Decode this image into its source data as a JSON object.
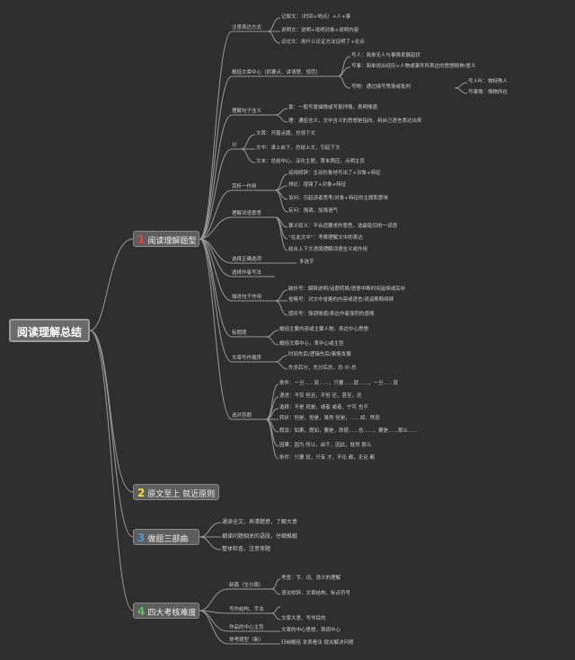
{
  "root": "阅读理解总结",
  "main": [
    {
      "num": "1",
      "label": "阅读理解题型",
      "color": "#e0453a"
    },
    {
      "num": "2",
      "label": "原文至上 就近原则",
      "color": "#f3d85a"
    },
    {
      "num": "3",
      "label": "做题三部曲",
      "color": "#4a98d8"
    },
    {
      "num": "4",
      "label": "四大考核难度",
      "color": "#5bbf5a"
    }
  ],
  "types": [
    "注意表达方式",
    "概括文章中心（抓要点、讲清楚、规范）",
    "理解句子含义",
    "分",
    "赏析一作用",
    "理解词语意思",
    "选择正确选项",
    "选择作者写法",
    "描述句子作用",
    "标题题",
    "文章写作顺序",
    "选对答题"
  ],
  "t0": [
    "记叙文：（时间+地点）+人+事",
    "说明文：说明+说明对象+说明内容",
    "议论文：用什么论证方法证明了+论点"
  ],
  "t1": [
    "写人：简单无人与事情发展起伏",
    "写事：简单说出经历+人物或事件所表达的思想精神/意义",
    "写物：通过描写赞扬或批判"
  ],
  "t1b": [
    "写人叶：物特殊人",
    "写事情：情物所在"
  ],
  "t2": [
    "景：一般写景描情或写景抒情，表明情感",
    "理：通俗含义，文中含义的思想是指向，用自己语言表达出来"
  ],
  "t3": [
    "文首：开篇点题，总领下文",
    "文中：承上启下，总结上文，引起下文",
    "文末：总结中心，深化主题，首末照应，点明主旨"
  ],
  "t4": [
    "运用修辞：生动形象地写出了+对象+特征",
    "排比：增强了+对象+特征",
    "设问：引起读者思考/对象+特征的主题和意味",
    "反问：强调，加强语气"
  ],
  "t5": [
    "褒义贬义：不合适要求的意思，选最贴切的一词语",
    "“在此文中”：考察理解文中的表达",
    "结合上下文语境理解词语含义或作用"
  ],
  "t6": [
    "多选字"
  ],
  "t8": [
    "破折号：解释说明/话题转换/语意中断时间延续或后补",
    "省略号：对文中省略的内容或语言/说话断断续续",
    "感叹号：强调情感/表达作者强烈的感情"
  ],
  "t9": [
    "概括主要内容或主要人物，表达中心思想",
    "概括文章中心，表中心或主旨"
  ],
  "t10": [
    "时间先后/逻辑先后/事情发展",
    "先总后分，先分后总，总-分-总"
  ],
  "t11": [
    "条件：一旦……就……，只要……就……，一旦……就",
    "递进：不仅 但且，不但 还，甚至，还",
    "选择：不是 就是，或者 或者，宁可 也不",
    "转折：但是，但是，虽然 但是，……却，然而",
    "假设：如果，假如，要是，即使……也……，要是……那么……",
    "因果：因为 所以，由于，因此，既然 那么",
    "条件：只要 就，只有 才，不论 都，无论 都"
  ],
  "step3": [
    "通读全文，弄清题意，了解大意",
    "细读问题相关的语段，仔细推敲",
    "整体检查，注意审题"
  ],
  "diff": [
    "新篇（生分篇）",
    "写作结构、手法",
    "作品的中心主旨",
    "常考题型（新）"
  ],
  "diff_sub": [
    "考查：字、词、语义的理解",
    "语法修辞，文章结构，标点符号",
    "文章大意、写作目的",
    "文章的中心思想，表现中心",
    "归纳概括 发表看法 提出解决问题"
  ]
}
